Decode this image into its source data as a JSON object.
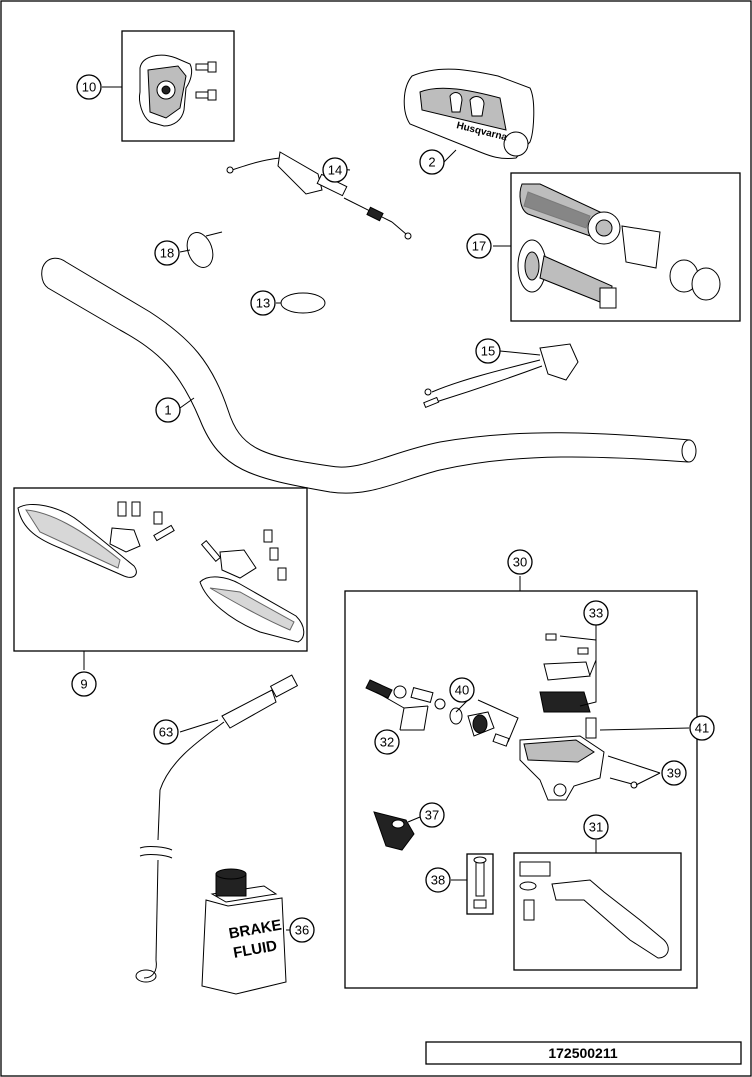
{
  "diagram": {
    "drawing_number": "172500211",
    "callouts": [
      {
        "id": "c1",
        "label": "1"
      },
      {
        "id": "c2",
        "label": "2"
      },
      {
        "id": "c9",
        "label": "9"
      },
      {
        "id": "c10",
        "label": "10"
      },
      {
        "id": "c13",
        "label": "13"
      },
      {
        "id": "c14",
        "label": "14"
      },
      {
        "id": "c15",
        "label": "15"
      },
      {
        "id": "c17",
        "label": "17"
      },
      {
        "id": "c18",
        "label": "18"
      },
      {
        "id": "c30",
        "label": "30"
      },
      {
        "id": "c31",
        "label": "31"
      },
      {
        "id": "c32",
        "label": "32"
      },
      {
        "id": "c33",
        "label": "33"
      },
      {
        "id": "c36",
        "label": "36"
      },
      {
        "id": "c37",
        "label": "37"
      },
      {
        "id": "c38",
        "label": "38"
      },
      {
        "id": "c39",
        "label": "39"
      },
      {
        "id": "c40",
        "label": "40"
      },
      {
        "id": "c41",
        "label": "41"
      },
      {
        "id": "c63",
        "label": "63"
      }
    ],
    "brake_fluid_label": [
      "BRAKE",
      "FLUID"
    ],
    "pad_logo_text": "Husqvarna"
  }
}
